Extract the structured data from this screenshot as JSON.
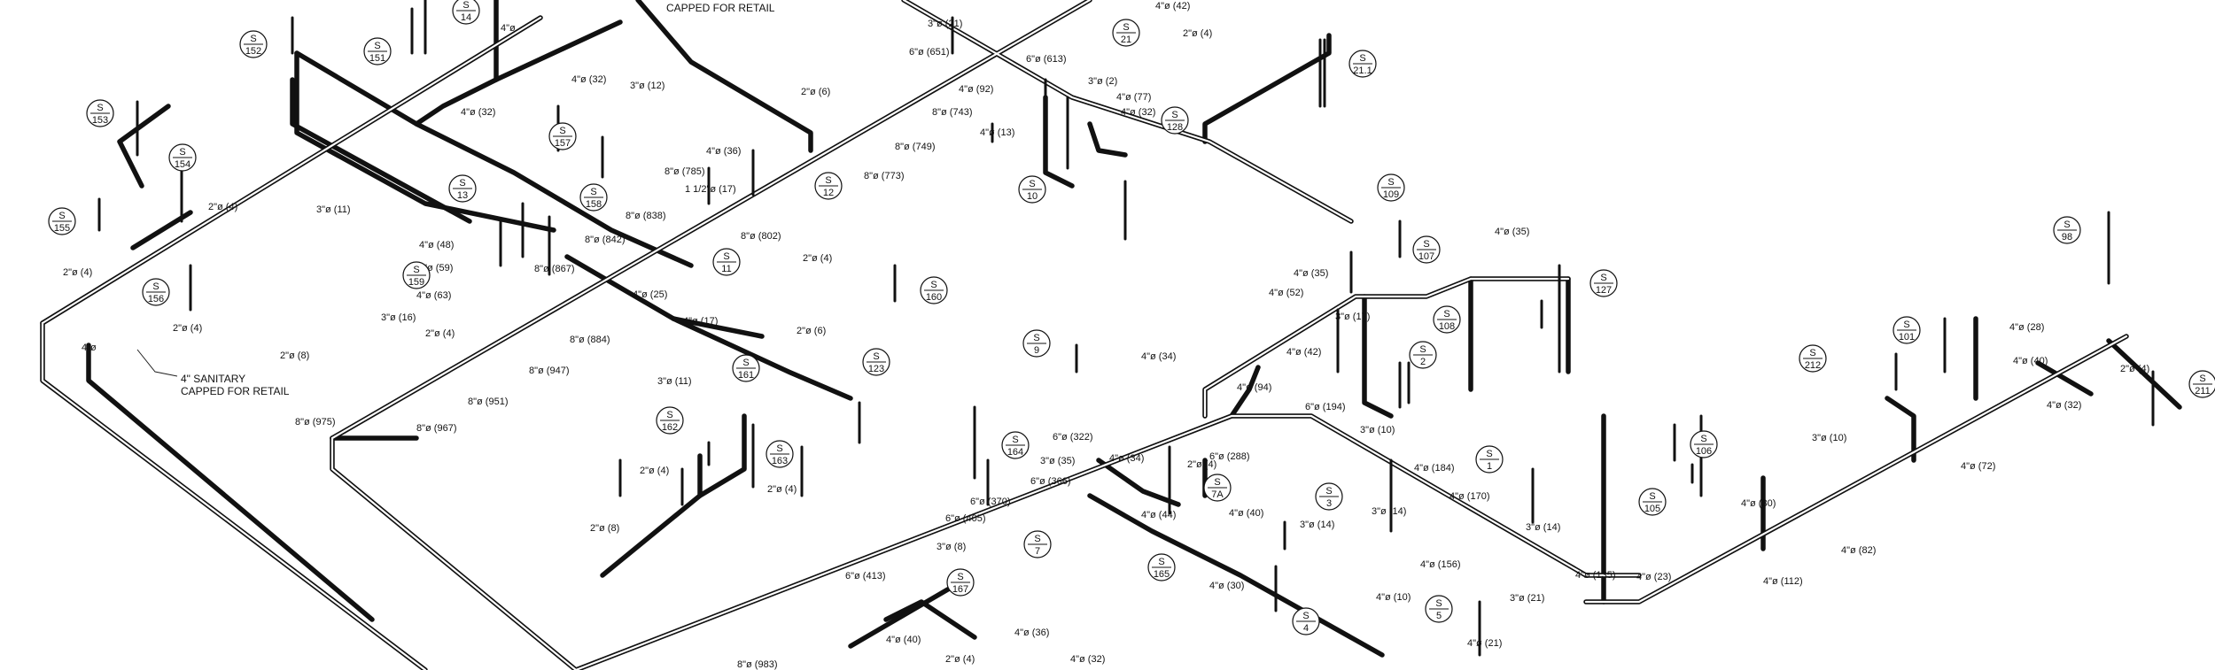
{
  "notes": {
    "retail_top": "CAPPED FOR RETAIL",
    "sanitary_line1": "4\" SANITARY",
    "sanitary_line2": "CAPPED FOR RETAIL"
  },
  "pipe_labels": [
    "4\"ø",
    "4\"ø (32)",
    "3\"ø (12)",
    "4\"ø (32)",
    "2\"ø (4)",
    "3\"ø (11)",
    "2\"ø (4)",
    "3\"ø (16)",
    "2\"ø (4)",
    "2\"ø (8)",
    "4\"ø",
    "8\"ø (975)",
    "8\"ø (967)",
    "8\"ø (951)",
    "8\"ø (947)",
    "8\"ø (884)",
    "4\"ø (63)",
    "4\"ø (59)",
    "4\"ø (48)",
    "2\"ø (4)",
    "8\"ø (867)",
    "4\"ø (25)",
    "8\"ø (842)",
    "8\"ø (838)",
    "8\"ø (802)",
    "2\"ø (4)",
    "8\"ø (785)",
    "1 1/2\"ø (17)",
    "4\"ø (36)",
    "8\"ø (773)",
    "8\"ø (749)",
    "8\"ø (743)",
    "4\"ø (92)",
    "6\"ø (651)",
    "2\"ø (6)",
    "3\"ø (21)",
    "6\"ø (613)",
    "3\"ø (2)",
    "4\"ø (77)",
    "4\"ø (32)",
    "4\"ø (13)",
    "4\"ø (42)",
    "2\"ø (4)",
    "4\"ø (17)",
    "2\"ø (6)",
    "3\"ø (11)",
    "2\"ø (4)",
    "2\"ø (4)",
    "2\"ø (8)",
    "4\"ø (34)",
    "4\"ø (94)",
    "4\"ø (35)",
    "4\"ø (52)",
    "3\"ø (17)",
    "4\"ø (42)",
    "4\"ø (35)",
    "6\"ø (194)",
    "6\"ø (322)",
    "4\"ø (34)",
    "6\"ø (288)",
    "2\"ø (4)",
    "3\"ø (35)",
    "6\"ø (366)",
    "6\"ø (370)",
    "4\"ø (44)",
    "4\"ø (40)",
    "6\"ø (405)",
    "3\"ø (8)",
    "6\"ø (413)",
    "3\"ø (10)",
    "4\"ø (184)",
    "4\"ø (170)",
    "3\"ø (14)",
    "3\"ø (14)",
    "3\"ø (14)",
    "4\"ø (156)",
    "4\"ø (30)",
    "4\"ø (10)",
    "4\"ø (36)",
    "4\"ø (40)",
    "2\"ø (4)",
    "4\"ø (32)",
    "8\"ø (983)",
    "3\"ø (21)",
    "4\"ø (21)",
    "4\"ø (135)",
    "4\"ø (23)",
    "4\"ø (112)",
    "4\"ø (82)",
    "4\"ø (30)",
    "3\"ø (10)",
    "4\"ø (72)",
    "4\"ø (28)",
    "4\"ø (40)",
    "2\"ø (4)",
    "4\"ø (32)"
  ],
  "stack_tags": [
    "S|152",
    "S|14",
    "S|151",
    "S|153",
    "S|154",
    "S|157",
    "S|155",
    "S|156",
    "S|13",
    "S|158",
    "S|159",
    "S|12",
    "S|11",
    "S|160",
    "S|21",
    "S|21.1",
    "S|128",
    "S|10",
    "S|109",
    "S|161",
    "S|123",
    "S|162",
    "S|163",
    "S|9",
    "S|107",
    "S|108",
    "S|2",
    "S|127",
    "S|164",
    "S|7A",
    "S|7",
    "S|165",
    "S|167",
    "S|3",
    "S|4",
    "S|1",
    "S|5",
    "S|98",
    "S|101",
    "S|212",
    "S|211",
    "S|106",
    "S|105"
  ]
}
